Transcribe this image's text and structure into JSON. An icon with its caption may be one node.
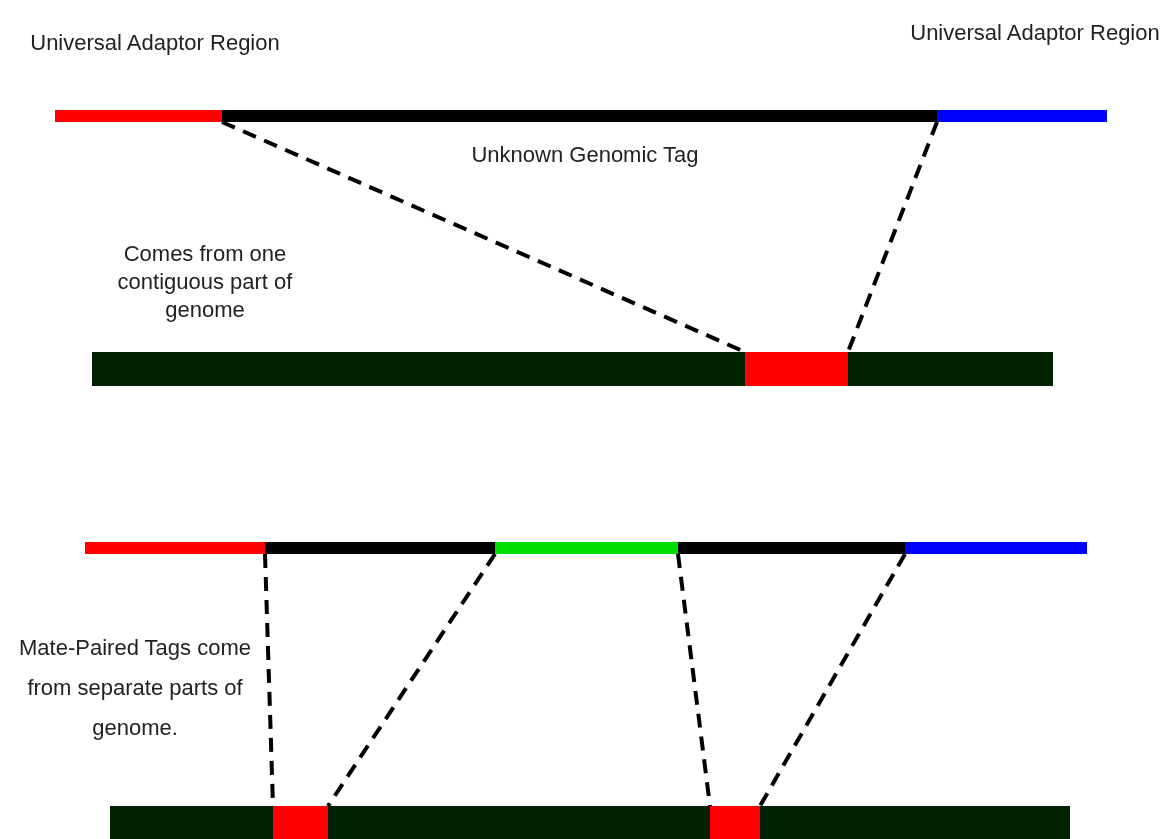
{
  "diagram": {
    "nodes": [
      {
        "text": [],
        "shape": "bar"
      },
      {
        "text": [],
        "shape": "bar"
      },
      {
        "text": [],
        "shape": "bar"
      },
      {
        "text": [],
        "shape": "bar"
      },
      {
        "text": [],
        "shape": "bar",
        "in": 3
      },
      {
        "text": [],
        "shape": "bar"
      },
      {
        "text": [],
        "shape": "bar"
      },
      {
        "text": [],
        "shape": "bar"
      },
      {
        "text": [],
        "shape": "bar"
      },
      {
        "text": [],
        "shape": "bar"
      },
      {
        "text": [],
        "shape": "bar"
      },
      {
        "text": [],
        "shape": "bar",
        "in": 10
      },
      {
        "text": [],
        "shape": "bar",
        "in": 10
      }
    ],
    "edges": [
      {
        "from": 1,
        "to": 4,
        "arrow": "none",
        "style": "dashed"
      },
      {
        "from": 1,
        "to": 4,
        "arrow": "none",
        "style": "dashed"
      },
      {
        "from": 6,
        "to": 11,
        "arrow": "none",
        "style": "dashed"
      },
      {
        "from": 6,
        "to": 11,
        "arrow": "none",
        "style": "dashed"
      },
      {
        "from": 8,
        "to": 12,
        "arrow": "none",
        "style": "dashed"
      },
      {
        "from": 8,
        "to": 12,
        "arrow": "none",
        "style": "dashed"
      }
    ],
    "labels": [
      "Universal Adaptor Region",
      "Universal Adaptor Region",
      "Unknown Genomic Tag",
      "Comes from one contiguous part of genome",
      "Mate-Paired Tags come from separate parts of genome."
    ]
  }
}
